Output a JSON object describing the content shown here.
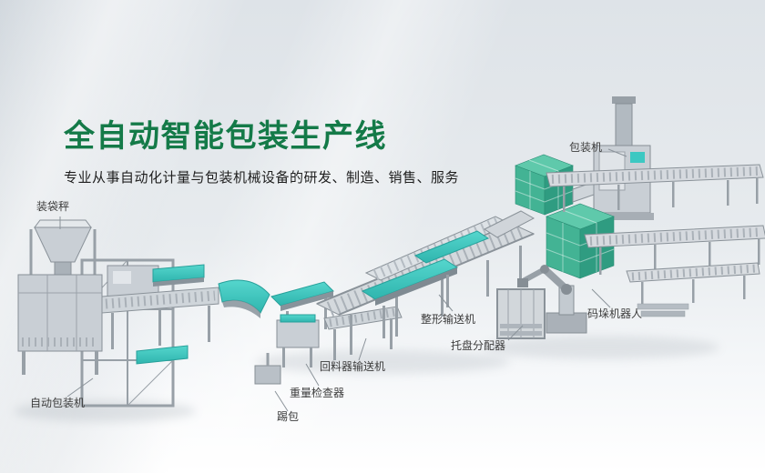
{
  "hero": {
    "title": "全自动智能包装生产线",
    "subtitle": "专业从事自动化计量与包装机械设备的研发、制造、销售、服务"
  },
  "machine_labels": {
    "bagging_scale": "装袋秤",
    "packaging_machine": "包装机",
    "shaping_conveyor": "整形输送机",
    "palletizing_robot": "码垛机器人",
    "pallet_distributor": "托盘分配器",
    "return_feeder_conveyor": "回料器输送机",
    "weight_checker": "重量检查器",
    "bag_kicker": "踢包",
    "auto_packaging_machine": "自动包装机"
  },
  "colors": {
    "title_green": "#147a48",
    "belt_teal": "#3cc8c2",
    "bag_stack_green": "#43b394",
    "machine_gray": "#c9cfd5",
    "background_gray": "#e3e8ec"
  }
}
